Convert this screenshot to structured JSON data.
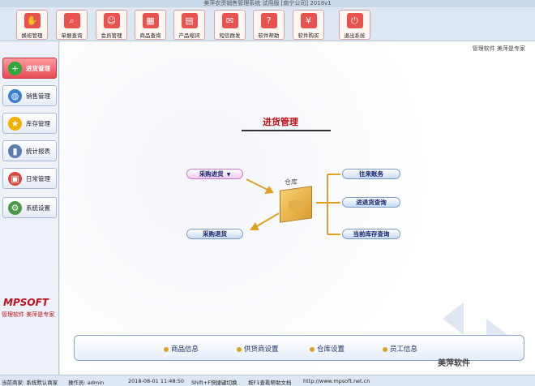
{
  "window": {
    "title": "美萍农资销售管理系统 试用版 [南宁公司] 2018v1"
  },
  "toolbar": [
    {
      "label": "换班管理",
      "icon": "handshake-icon"
    },
    {
      "label": "单据查询",
      "icon": "magnifier-icon"
    },
    {
      "label": "会员管理",
      "icon": "member-icon"
    },
    {
      "label": "商品查询",
      "icon": "goods-icon"
    },
    {
      "label": "产品缩词",
      "icon": "product-icon"
    },
    {
      "label": "短信群发",
      "icon": "sms-icon"
    },
    {
      "label": "软件帮助",
      "icon": "help-icon"
    },
    {
      "label": "软件购买",
      "icon": "purchase-icon"
    },
    {
      "label": "退出系统",
      "icon": "exit-icon"
    }
  ],
  "sidebar": {
    "items": [
      {
        "label": "进货管理",
        "icon": "plus-icon",
        "active": true
      },
      {
        "label": "销售管理",
        "icon": "globe-icon"
      },
      {
        "label": "库存管理",
        "icon": "star-icon"
      },
      {
        "label": "统计报表",
        "icon": "bar-chart-icon"
      },
      {
        "label": "日常管理",
        "icon": "calendar-icon"
      },
      {
        "label": "系统设置",
        "icon": "gear-icon"
      }
    ],
    "logo": "MPSOFT",
    "slogan": "管理软件 美萍是专家"
  },
  "main": {
    "tagline": "管理软件 美萍是专家",
    "title": "进货管理",
    "warehouse_label": "仓库",
    "left_actions": [
      {
        "label": "采购进货"
      },
      {
        "label": "采购退货"
      }
    ],
    "right_actions": [
      {
        "label": "往来账务"
      },
      {
        "label": "进退货查询"
      },
      {
        "label": "当前库存查询"
      }
    ],
    "bottom_links": [
      {
        "label": "商品信息"
      },
      {
        "label": "供货商设置"
      },
      {
        "label": "仓库设置"
      },
      {
        "label": "员工信息"
      }
    ]
  },
  "status": {
    "company": "当前商家: 系统默认商家",
    "operator": "操作员: admin",
    "datetime": "2018-08-01 11:48:50",
    "hint1": "Shift+F快捷键切换",
    "hint2": "按F1查看帮助文档",
    "website": "http://www.mpsoft.net.cn"
  },
  "watermark": "美萍软件",
  "colors": {
    "accent_red": "#c0101a",
    "nav_active": "#e84b55",
    "link_blue": "#14246b"
  }
}
